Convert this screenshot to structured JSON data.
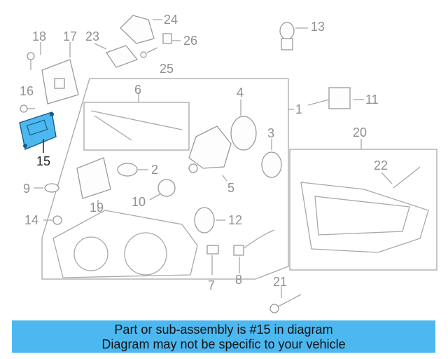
{
  "callouts": [
    {
      "id": "1",
      "label": "1"
    },
    {
      "id": "2",
      "label": "2"
    },
    {
      "id": "3",
      "label": "3"
    },
    {
      "id": "4",
      "label": "4"
    },
    {
      "id": "5",
      "label": "5"
    },
    {
      "id": "6",
      "label": "6"
    },
    {
      "id": "7",
      "label": "7"
    },
    {
      "id": "8",
      "label": "8"
    },
    {
      "id": "9",
      "label": "9"
    },
    {
      "id": "10",
      "label": "10"
    },
    {
      "id": "11",
      "label": "11"
    },
    {
      "id": "12",
      "label": "12"
    },
    {
      "id": "13",
      "label": "13"
    },
    {
      "id": "14",
      "label": "14"
    },
    {
      "id": "15",
      "label": "15",
      "highlighted": true
    },
    {
      "id": "16",
      "label": "16"
    },
    {
      "id": "17",
      "label": "17"
    },
    {
      "id": "18",
      "label": "18"
    },
    {
      "id": "19",
      "label": "19"
    },
    {
      "id": "20",
      "label": "20"
    },
    {
      "id": "21",
      "label": "21"
    },
    {
      "id": "22",
      "label": "22"
    },
    {
      "id": "23",
      "label": "23"
    },
    {
      "id": "24",
      "label": "24"
    },
    {
      "id": "25",
      "label": "25"
    },
    {
      "id": "26",
      "label": "26"
    }
  ],
  "highlight_color": "#4db8ef",
  "banner": {
    "line1": "Part or sub-assembly is #15 in diagram",
    "line2": "Diagram may not be specific to your vehicle",
    "background": "#4db8ef"
  }
}
